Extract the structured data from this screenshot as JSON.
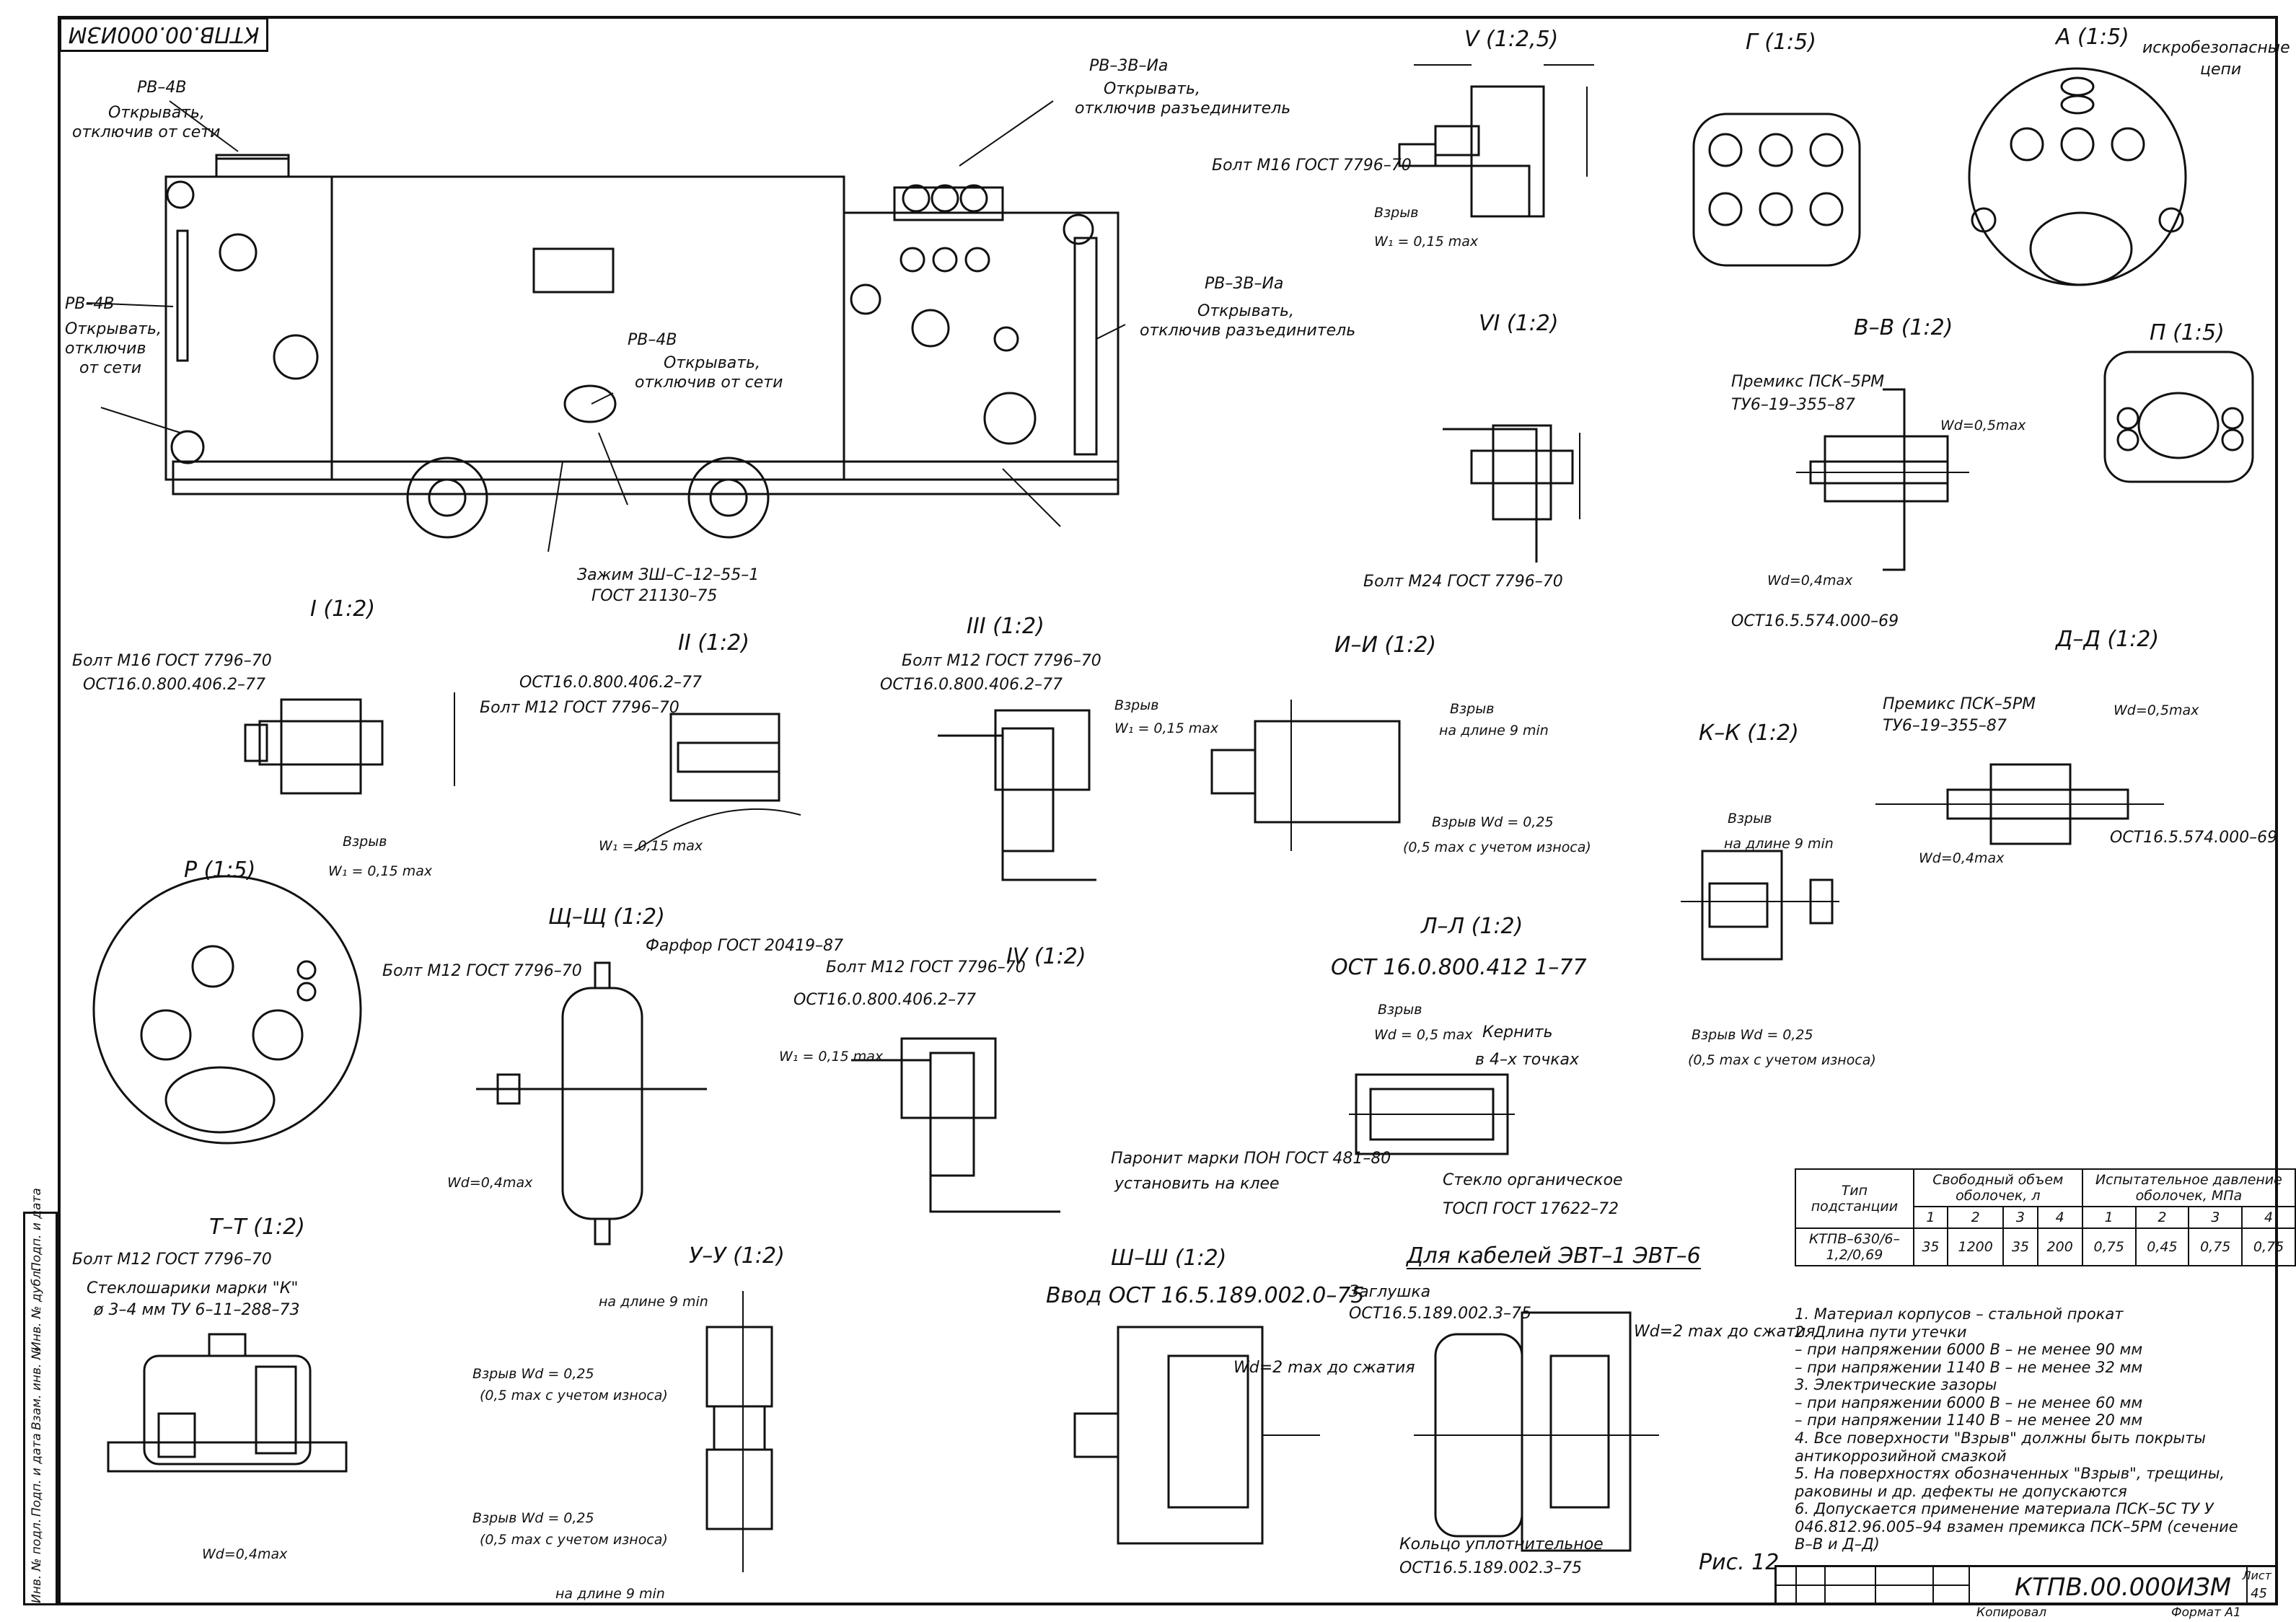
{
  "stamp": "КТПВ.00.000ИЗМ",
  "figure_caption": "Рис. 12",
  "doc_code": "КТПВ.00.000ИЗМ",
  "sheet_label": "Лист",
  "sheet_number": "45",
  "copied": "Копировал",
  "format": "Формат  А1",
  "sidebar_labels": [
    "Инв. № подл.",
    "Подп. и дата",
    "Взам. инв. №",
    "Инв. № дубл.",
    "Подп. и дата"
  ],
  "views": {
    "V": "V (1:2,5)",
    "G": "Г (1:5)",
    "A": "А (1:5)",
    "VI": "VI (1:2)",
    "BB": "В–В (1:2)",
    "P_upper": "П (1:5)",
    "I": "I (1:2)",
    "II": "II (1:2)",
    "III": "III (1:2)",
    "II_II": "И–И (1:2)",
    "KK": "К–К (1:2)",
    "DD": "Д–Д (1:2)",
    "R": "Р (1:5)",
    "SchSch": "Щ–Щ (1:2)",
    "IV": "IV (1:2)",
    "LL": "Л–Л (1:2)",
    "TT": "Т–Т (1:2)",
    "UU": "У–У (1:2)",
    "ShSh": "Ш–Ш (1:2)"
  },
  "callouts": {
    "rv4v_1": "РВ–4В",
    "open_1": "Открывать,",
    "disc_1": "отключив от сети",
    "rv4v_2": "РВ–4В",
    "open_2": "Открывать,",
    "disc_2a": "отключив",
    "disc_2b": "от сети",
    "rv4v_3": "РВ–4В",
    "open_3": "Открывать,",
    "disc_3": "отключив от сети",
    "rv3v_1": "РВ–3В–Иа",
    "open_4": "Открывать,",
    "disc_4": "отключив разъединитель",
    "rv3v_2": "РВ–3В–Иа",
    "open_5": "Открывать,",
    "disc_5": "отключив разъединитель",
    "clamp": "Зажим ЗШ–С–12–55–1",
    "clamp_gost": "ГОСТ 21130–75",
    "spark_safe": "искробезопасные",
    "spark_safe2": "цепи",
    "bolt_m16_v": "Болт М16 ГОСТ 7796–70",
    "bolt_m24": "Болт М24 ГОСТ 7796–70",
    "bolt_m16_i": "Болт М16 ГОСТ 7796–70",
    "ost_i": "ОСТ16.0.800.406.2–77",
    "ost_ii": "ОСТ16.0.800.406.2–77",
    "bolt_m12_ii": "Болт М12 ГОСТ 7796–70",
    "bolt_m12_iii": "Болт М12 ГОСТ 7796–70",
    "ost_iii": "ОСТ16.0.800.406.2–77",
    "premix_bb": "Премикс ПСК–5РМ",
    "tu_bb": "ТУ6–19–355–87",
    "ost_bb": "ОСТ16.5.574.000–69",
    "premix_dd": "Премикс ПСК–5РМ",
    "tu_dd": "ТУ6–19–355–87",
    "ost_dd": "ОСТ16.5.574.000–69",
    "bolt_m12_sch": "Болт М12 ГОСТ 7796–70",
    "porcelain": "Фарфор ГОСТ 20419–87",
    "bolt_m12_iv": "Болт М12 ГОСТ 7796–70",
    "ost_iv": "ОСТ16.0.800.406.2–77",
    "ost_ll": "ОСТ 16.0.800.412 1–77",
    "kernit": "Кернить",
    "kernit2": "в 4–х точках",
    "paronit": "Паронит марки ПОН ГОСТ 481–80",
    "glue": "установить на клее",
    "glass": "Стекло органическое",
    "glass_gost": "ТОСП ГОСТ 17622–72",
    "bolt_m12_tt": "Болт М12 ГОСТ 7796–70",
    "glass_balls": "Стеклошарики марки \"К\"",
    "glass_balls2": "ø 3–4 мм ТУ 6–11–288–73",
    "input_ost": "Ввод ОСТ 16.5.189.002.0–75",
    "for_cables": "Для кабелей ЭВТ–1 ЭВТ–6",
    "plug": "Заглушка",
    "plug_ost": "ОСТ16.5.189.002.3–75",
    "ring": "Кольцо уплотнительное",
    "ring_ost": "ОСТ16.5.189.002.3–75",
    "wd2": "Wd=2 max до сжатия",
    "wd2b": "Wd=2 max до сжатия",
    "blast": "Взрыв",
    "w015": "W₁ = 0,15 max",
    "wd04": "Wd=0,4max",
    "wd05": "Wd=0,5max",
    "wd025": "Взрыв  Wd = 0,25",
    "wd025b": "(0,5 max с учетом износа)",
    "len9": "на длине 9 min",
    "wd05max": "Wd = 0,5 max"
  },
  "spec_table": {
    "col_type": "Тип подстанции",
    "col_volume": "Свободный объем оболочек, л",
    "col_pressure": "Испытательное давление оболочек, МПа",
    "sub": [
      "1",
      "2",
      "3",
      "4",
      "1",
      "2",
      "3",
      "4"
    ],
    "row_name": "КТПВ–630/6–1,2/0,69",
    "row_values": [
      "35",
      "1200",
      "35",
      "200",
      "0,75",
      "0,45",
      "0,75",
      "0,75"
    ]
  },
  "notes": [
    "1. Материал корпусов – стальной прокат",
    "2. Длина пути утечки",
    "– при напряжении 6000 В – не менее 90 мм",
    "– при напряжении 1140 В – не менее 32 мм",
    "3. Электрические зазоры",
    "– при напряжении 6000 В – не менее 60 мм",
    "– при напряжении 1140 В – не менее 20 мм",
    "4. Все поверхности \"Взрыв\" должны быть покрыты антикоррозийной смазкой",
    "5. На поверхностях обозначенных \"Взрыв\", трещины, раковины и др. дефекты не допускаются",
    "6. Допускается применение материала ПСК–5С ТУ У 046.812.96.005–94 взамен премикса ПСК–5РМ (сечение В–В и Д–Д)"
  ]
}
